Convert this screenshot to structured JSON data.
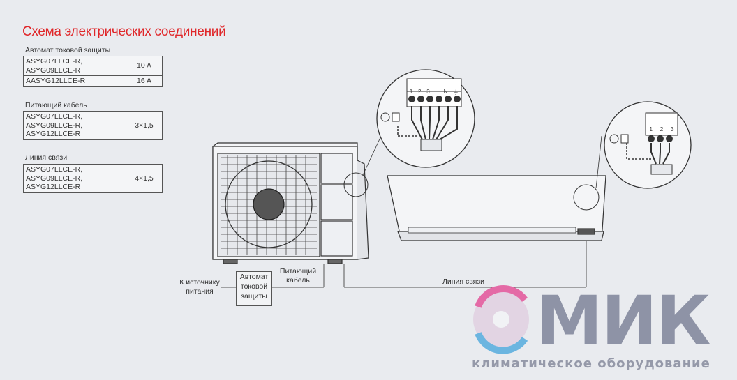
{
  "title": "Схема электрических соединений",
  "breaker": {
    "caption": "Автомат токовой защиты",
    "rows": [
      {
        "models": "ASYG07LLCE-R,\nASYG09LLCE-R",
        "value": "10 A"
      },
      {
        "models": "AASYG12LLCE-R",
        "value": "16 A"
      }
    ]
  },
  "power_cable": {
    "caption": "Питающий кабель",
    "models": "ASYG07LLCE-R,\nASYG09LLCE-R,\nASYG12LLCE-R",
    "value": "3×1,5"
  },
  "signal_line": {
    "caption": "Линия связи",
    "models": "ASYG07LLCE-R,\nASYG09LLCE-R,\nASYG12LLCE-R",
    "value": "4×1,5"
  },
  "diagram": {
    "to_source": "К источнику\nпитания",
    "breaker_box": "Автомат\nтоковой\nзащиты",
    "feed_cable": "Питающий\nкабель",
    "comm_line": "Линия связи",
    "outdoor_terminals": [
      "1",
      "2",
      "3",
      "L",
      "N",
      "⏚"
    ],
    "indoor_terminals": [
      "1",
      "2",
      "3"
    ]
  },
  "logo": {
    "name": "МИК",
    "tagline": "климатическое оборудование",
    "colors": {
      "text": "#8e93a6",
      "pink": "#e46aa6",
      "blue": "#6bb5e0"
    }
  },
  "colors": {
    "title": "#e0272a",
    "background": "#e9ebef"
  }
}
